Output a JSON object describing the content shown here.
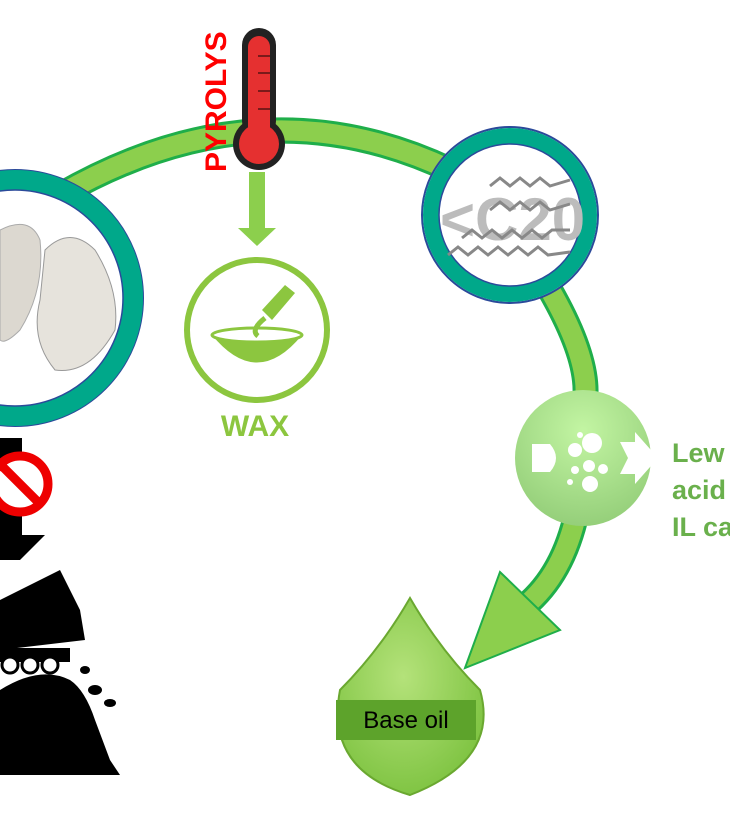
{
  "labels": {
    "pyrolysis": "PYROLYS",
    "wax": "WAX",
    "chain_length": "<C20",
    "catalyst_line1": "Lew",
    "catalyst_line2": "acid",
    "catalyst_line3": "IL ca",
    "product": "Base oil"
  },
  "colors": {
    "arc_green": "#8ccf4d",
    "ring_teal": "#00a88a",
    "ring_border": "#2b4a9a",
    "pyrolysis_red": "#ff0000",
    "catalyst_text": "#6ab04c",
    "wax_green": "#8cc63f"
  }
}
